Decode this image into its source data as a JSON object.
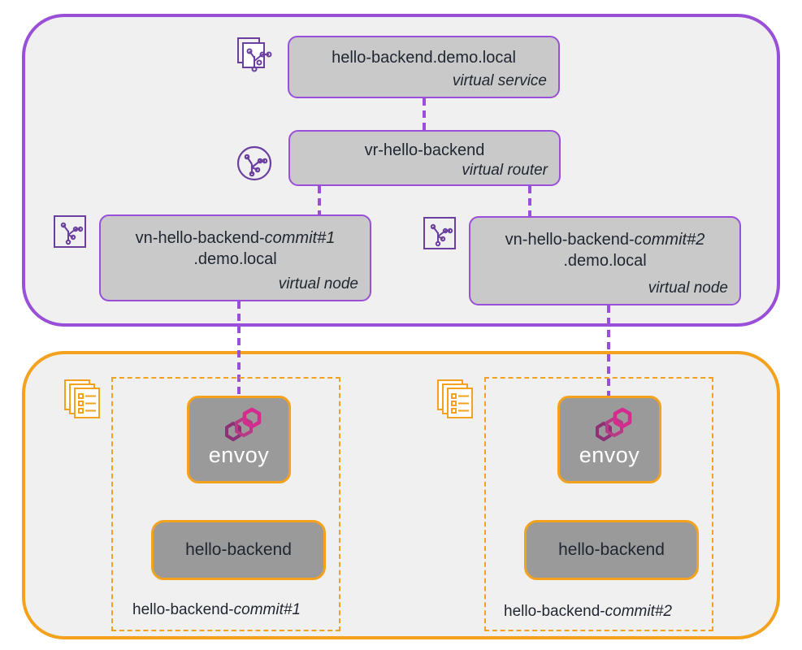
{
  "virtual_service": {
    "name": "hello-backend.demo.local",
    "kind": "virtual service"
  },
  "virtual_router": {
    "name": "vr-hello-backend",
    "kind": "virtual router"
  },
  "virtual_nodes": [
    {
      "name_prefix": "vn-hello-backend-",
      "name_suffix": "commit#1",
      "domain": ".demo.local",
      "kind": "virtual node"
    },
    {
      "name_prefix": "vn-hello-backend-",
      "name_suffix": "commit#2",
      "domain": ".demo.local",
      "kind": "virtual node"
    }
  ],
  "tasks": [
    {
      "envoy_label": "envoy",
      "app_label": "hello-backend",
      "task_prefix": "hello-backend-",
      "task_suffix": "commit#1"
    },
    {
      "envoy_label": "envoy",
      "app_label": "hello-backend",
      "task_prefix": "hello-backend-",
      "task_suffix": "commit#2"
    }
  ],
  "colors": {
    "mesh_border": "#9a4fd9",
    "ecs_border": "#f4a11e",
    "panel_fill": "#f0f0f0",
    "mesh_box_fill": "#c9c9c9",
    "container_fill": "#9a9a9a",
    "envoy_magenta": "#c8267f"
  },
  "icons": {
    "virtual_service": "virtual-service-icon",
    "virtual_router": "virtual-router-icon",
    "virtual_node": "virtual-node-icon",
    "ecs_task": "ecs-task-icon",
    "envoy_logo": "envoy-logo"
  }
}
